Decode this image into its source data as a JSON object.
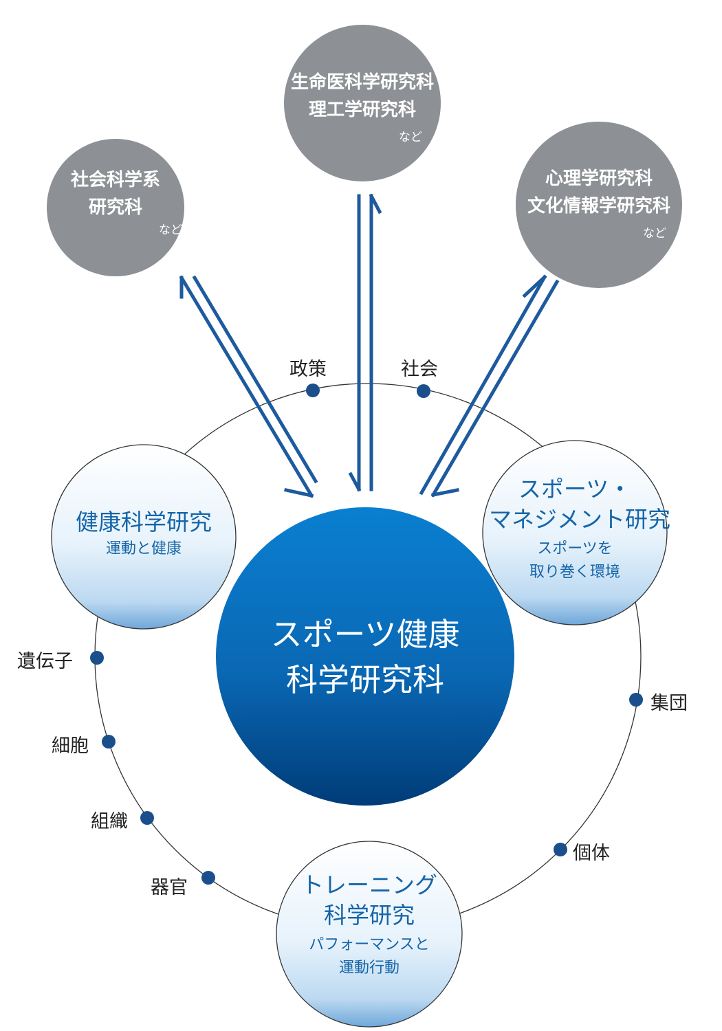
{
  "outer_nodes": {
    "social": {
      "lines": [
        "社会科学系",
        "研究科"
      ],
      "note": "など"
    },
    "life": {
      "lines": [
        "生命医科学研究科",
        "理工学研究科"
      ],
      "note": "など"
    },
    "psych": {
      "lines": [
        "心理学研究科",
        "文化情報学研究科"
      ],
      "note": "など"
    }
  },
  "center": {
    "lines": [
      "スポーツ健康",
      "科学研究科"
    ]
  },
  "sub_nodes": {
    "health": {
      "title": [
        "健康科学研究"
      ],
      "desc": [
        "運動と健康"
      ]
    },
    "management": {
      "title": [
        "スポーツ・",
        "マネジメント研究"
      ],
      "desc": [
        "スポーツを",
        "取り巻く環境"
      ]
    },
    "training": {
      "title": [
        "トレーニング",
        "科学研究"
      ],
      "desc": [
        "パフォーマンスと",
        "運動行動"
      ]
    }
  },
  "ring_keywords": {
    "policy": "政策",
    "society": "社会",
    "gene": "遺伝子",
    "cell": "細胞",
    "tissue": "組織",
    "organ": "器官",
    "group": "集団",
    "individual": "個体"
  },
  "colors": {
    "outer_node": "#8d9095",
    "arrow": "#1d5a9e",
    "dot": "#1a4f8c",
    "center_top": "#0a7fd0",
    "center_bottom": "#003c78",
    "sub_text": "#1565a8"
  }
}
